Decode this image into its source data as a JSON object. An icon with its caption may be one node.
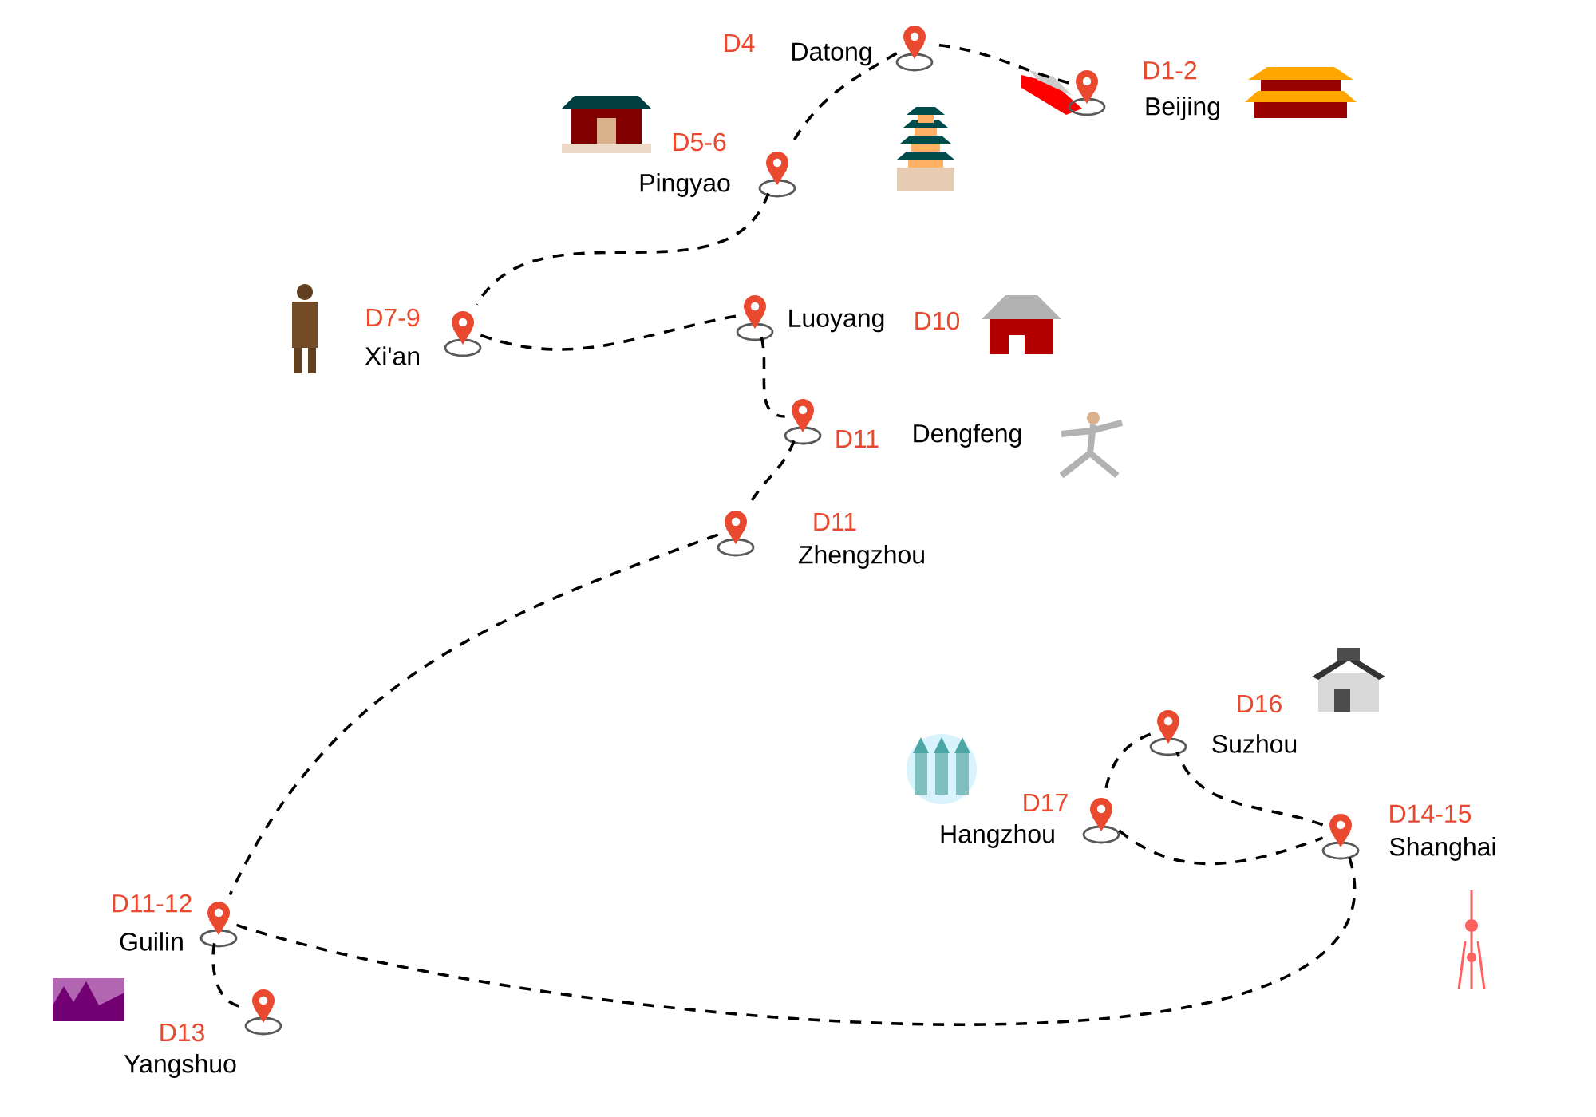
{
  "diagram": {
    "nodes": [
      {
        "text": [
          "D1-2",
          "Beijing"
        ]
      },
      {
        "text": [
          "D4",
          "Datong"
        ]
      },
      {
        "text": [
          "D5-6",
          "Pingyao"
        ]
      },
      {
        "text": [
          "D7-9",
          "Xi'an"
        ]
      },
      {
        "text": [
          "Luoyang",
          "D10"
        ]
      },
      {
        "text": [
          "D11",
          "Dengfeng"
        ]
      },
      {
        "text": [
          "D11",
          "Zhengzhou"
        ]
      },
      {
        "text": [
          "D11-12",
          "Guilin"
        ]
      },
      {
        "text": [
          "D13",
          "Yangshuo"
        ]
      },
      {
        "text": [
          "D14-15",
          "Shanghai"
        ]
      },
      {
        "text": [
          "D16",
          "Suzhou"
        ]
      },
      {
        "text": [
          "D17",
          "Hangzhou"
        ]
      }
    ],
    "edges": [
      {
        "from": 0,
        "to": 1,
        "arrow": "none",
        "style": "dashed"
      },
      {
        "from": 1,
        "to": 2,
        "arrow": "none",
        "style": "dashed"
      },
      {
        "from": 2,
        "to": 3,
        "arrow": "none",
        "style": "dashed"
      },
      {
        "from": 3,
        "to": 4,
        "arrow": "none",
        "style": "dashed"
      },
      {
        "from": 4,
        "to": 5,
        "arrow": "none",
        "style": "dashed"
      },
      {
        "from": 5,
        "to": 6,
        "arrow": "none",
        "style": "dashed"
      },
      {
        "from": 6,
        "to": 7,
        "arrow": "none",
        "style": "dashed"
      },
      {
        "from": 7,
        "to": 8,
        "arrow": "none",
        "style": "dashed"
      },
      {
        "from": 7,
        "to": 9,
        "arrow": "none",
        "style": "dashed"
      },
      {
        "from": 9,
        "to": 10,
        "arrow": "none",
        "style": "dashed"
      },
      {
        "from": 10,
        "to": 11,
        "arrow": "none",
        "style": "dashed"
      },
      {
        "from": 11,
        "to": 9,
        "arrow": "none",
        "style": "dashed"
      }
    ]
  }
}
